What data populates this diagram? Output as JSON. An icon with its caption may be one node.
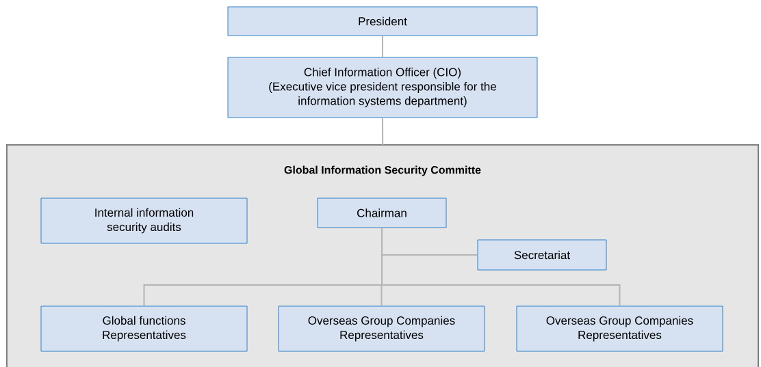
{
  "diagram": {
    "nodes": [
      {
        "text": [
          "President"
        ]
      },
      {
        "text": [
          "Chief Information Officer (CIO)",
          "(Executive vice president responsible for the information systems department)"
        ]
      },
      {
        "text": [
          "Global Information Security Committe"
        ]
      },
      {
        "text": [
          "Internal information security audits"
        ],
        "in": 2
      },
      {
        "text": [
          "Chairman"
        ],
        "in": 2
      },
      {
        "text": [
          "Secretariat"
        ],
        "in": 2
      },
      {
        "text": [
          "Global functions Representatives"
        ],
        "in": 2
      },
      {
        "text": [
          "Overseas Group Companies Representatives"
        ],
        "in": 2
      },
      {
        "text": [
          "Overseas Group Companies Representatives"
        ],
        "in": 2
      }
    ],
    "edges": [
      {
        "from": 0,
        "to": 1,
        "arrow": "none"
      },
      {
        "from": 1,
        "to": 2,
        "arrow": "none"
      },
      {
        "from": 4,
        "to": 5,
        "arrow": "none"
      },
      {
        "from": 4,
        "to": 6,
        "arrow": "none"
      },
      {
        "from": 4,
        "to": 7,
        "arrow": "none"
      },
      {
        "from": 4,
        "to": 8,
        "arrow": "none"
      }
    ]
  }
}
